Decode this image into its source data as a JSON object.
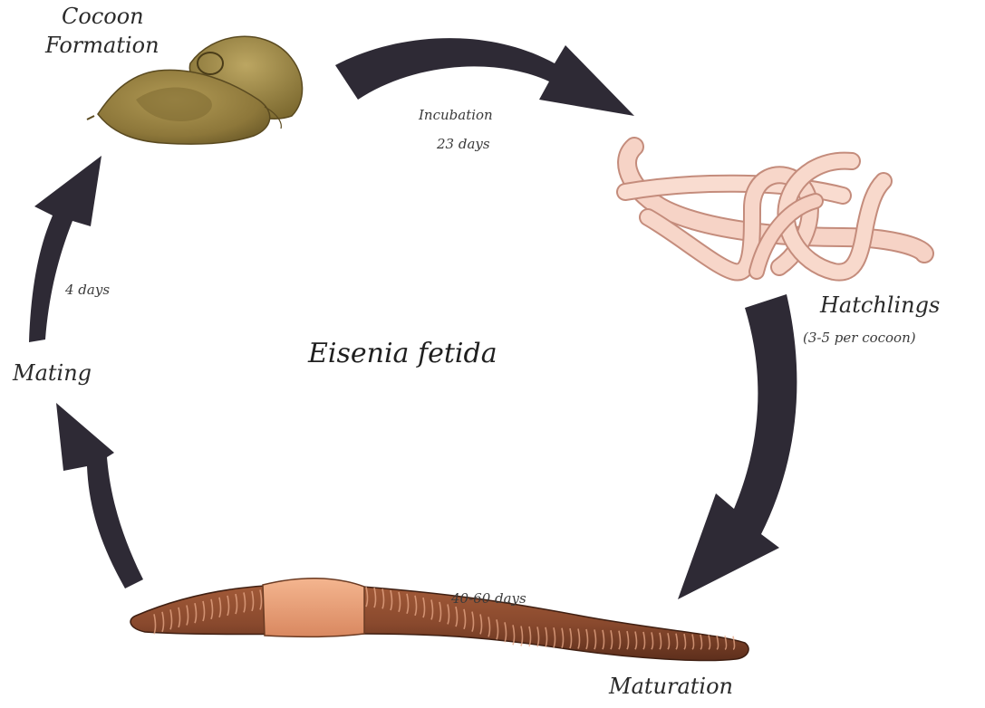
{
  "title": "Eisenia fetida",
  "stages": {
    "cocoon": {
      "line1": "Cocoon",
      "line2": "Formation"
    },
    "hatchlings": {
      "label": "Hatchlings",
      "note": "(3-5 per cocoon)"
    },
    "maturation": {
      "label": "Maturation"
    },
    "mating": {
      "label": "Mating"
    }
  },
  "durations": {
    "incubation": {
      "label": "Incubation",
      "value": "23 days"
    },
    "maturation": "40-60 days",
    "mating": "4 days"
  },
  "colors": {
    "arrow": "#2e2a35",
    "cocoon": "#8f7a3a",
    "hatchling": "#f6d3c6",
    "adult_worm": "#8a4a2e",
    "clitellum": "#e59a72"
  }
}
